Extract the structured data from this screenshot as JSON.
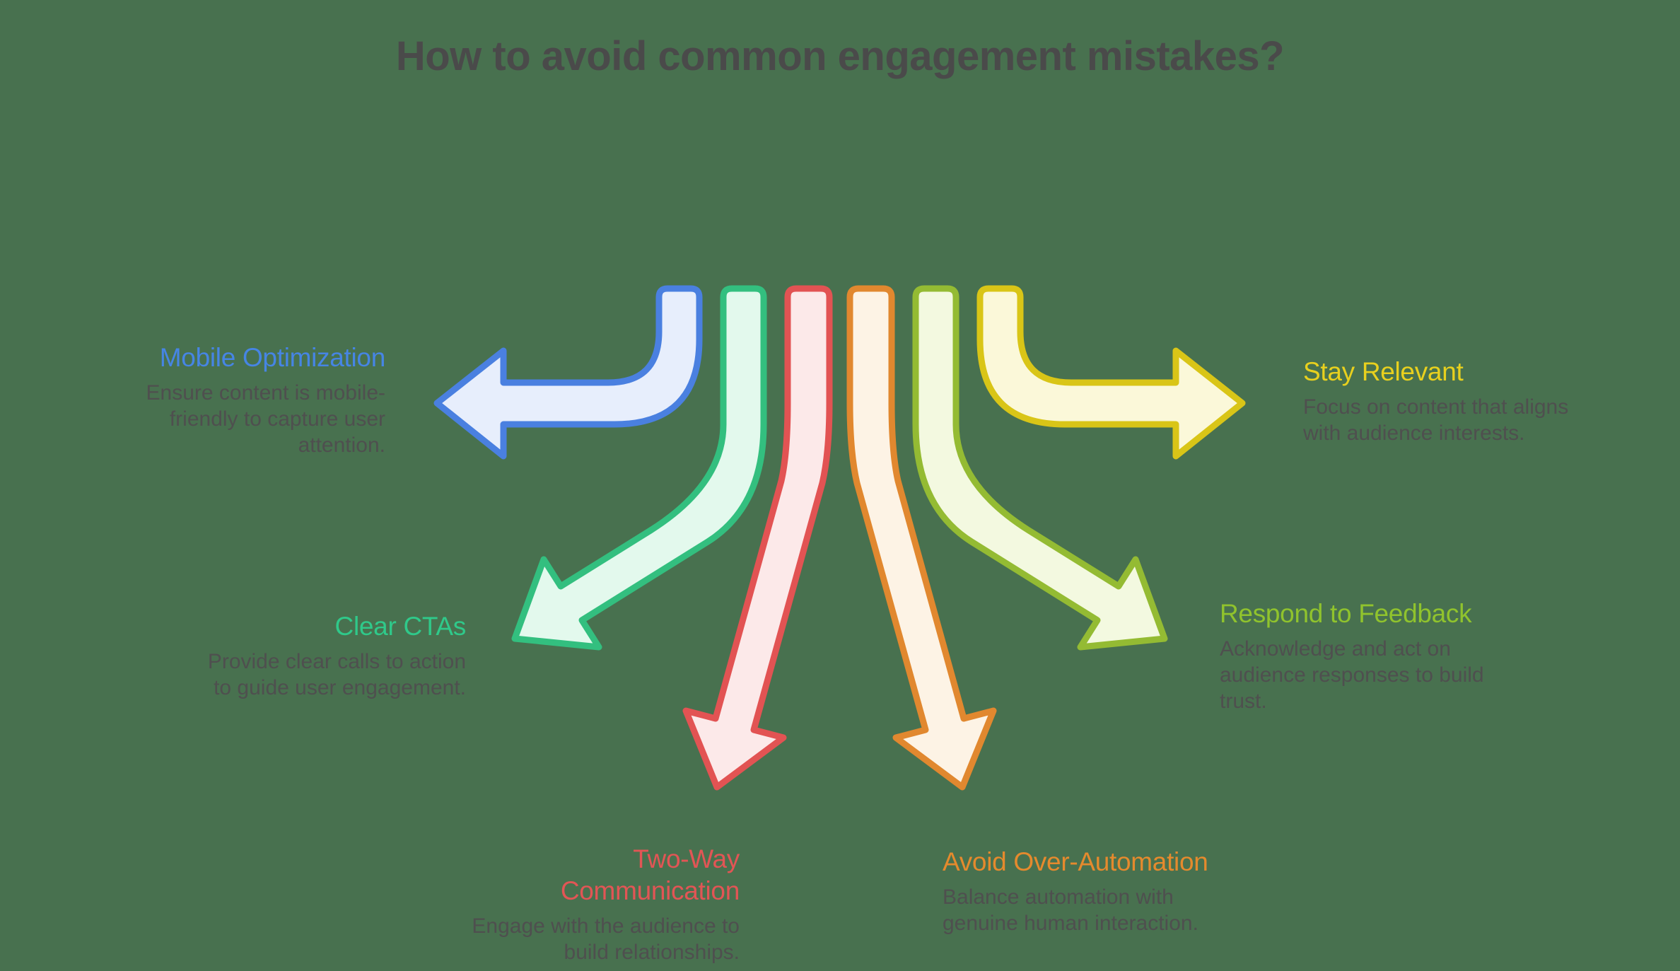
{
  "background": "#48714f",
  "title": {
    "text": "How to avoid common engagement mistakes?",
    "color": "#4a4a4a"
  },
  "sections": [
    {
      "id": "mobile-optimization",
      "title": "Mobile Optimization",
      "color": "#4685e4",
      "desc_lines": [
        "Ensure content is mobile-",
        "friendly to capture user",
        "attention."
      ]
    },
    {
      "id": "clear-ctas",
      "title": "Clear CTAs",
      "color": "#2fc98a",
      "desc_lines": [
        "Provide clear calls to action",
        "to guide user engagement."
      ]
    },
    {
      "id": "two-way-communication",
      "title_lines": [
        "Two-Way",
        "Communication"
      ],
      "color": "#e25555",
      "desc_lines": [
        "Engage with the audience to",
        "build relationships."
      ]
    },
    {
      "id": "avoid-over-automation",
      "title": "Avoid Over-Automation",
      "color": "#e58a2d",
      "desc_lines": [
        "Balance automation with",
        "genuine human interaction."
      ]
    },
    {
      "id": "respond-to-feedback",
      "title": "Respond to Feedback",
      "color": "#90c32d",
      "desc_lines": [
        "Acknowledge and act on",
        "audience responses to build",
        "trust."
      ]
    },
    {
      "id": "stay-relevant",
      "title": "Stay Relevant",
      "color": "#e8d01e",
      "desc_lines": [
        "Focus on content that aligns",
        "with audience interests."
      ]
    }
  ],
  "arrows": [
    {
      "name": "mobile-optimization-arrow",
      "direction": "left",
      "stroke": "#4a80e0",
      "fill": "#e7eefc"
    },
    {
      "name": "clear-ctas-arrow",
      "direction": "down-left",
      "stroke": "#33bf7f",
      "fill": "#e3f9ed"
    },
    {
      "name": "two-way-communication-arrow",
      "direction": "down",
      "stroke": "#e25353",
      "fill": "#fce9e9"
    },
    {
      "name": "avoid-over-automation-arrow",
      "direction": "down",
      "stroke": "#e1882f",
      "fill": "#fdf3e5"
    },
    {
      "name": "respond-to-feedback-arrow",
      "direction": "down-right",
      "stroke": "#94bb33",
      "fill": "#f3f9e0"
    },
    {
      "name": "stay-relevant-arrow",
      "direction": "right",
      "stroke": "#d9c517",
      "fill": "#fbf8d9"
    }
  ]
}
